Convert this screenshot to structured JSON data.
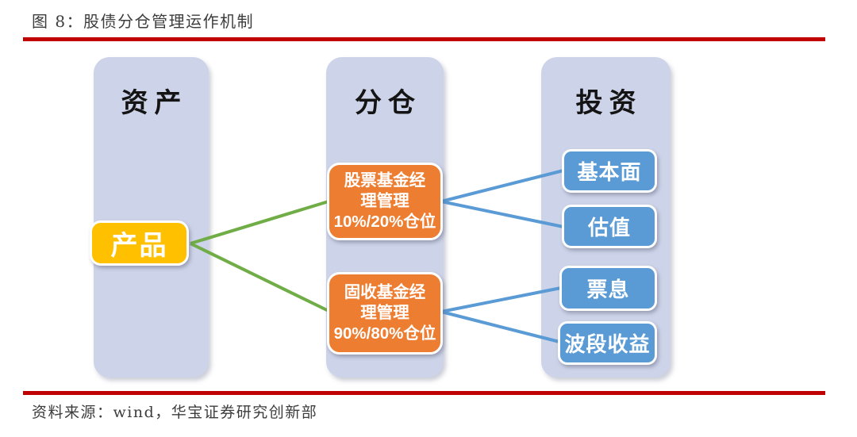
{
  "figure": {
    "title": "图 8：股债分仓管理运作机制",
    "source": "资料来源：wind，华宝证券研究创新部"
  },
  "diagram": {
    "columns": [
      {
        "id": "assets",
        "label": "资产"
      },
      {
        "id": "subaccounts",
        "label": "分仓"
      },
      {
        "id": "investment",
        "label": "投资"
      }
    ],
    "product": {
      "label": "产品"
    },
    "managers": [
      {
        "id": "stock-manager",
        "label": "股票基金经\n理管理\n10%/20%仓位"
      },
      {
        "id": "fixed-income-manager",
        "label": "固收基金经\n理管理\n90%/80%仓位"
      }
    ],
    "strategies": [
      {
        "id": "fundamentals",
        "label": "基本面"
      },
      {
        "id": "valuation",
        "label": "估值"
      },
      {
        "id": "coupon",
        "label": "票息"
      },
      {
        "id": "swing-return",
        "label": "波段收益"
      }
    ]
  },
  "colors": {
    "rule_red": "#C00000",
    "column_fill": "#CDD3E8",
    "product_yellow": "#FFC000",
    "manager_orange": "#ED7D31",
    "strategy_blue": "#5B9BD5",
    "link_green": "#70AD47",
    "link_blue": "#5B9BD5"
  }
}
